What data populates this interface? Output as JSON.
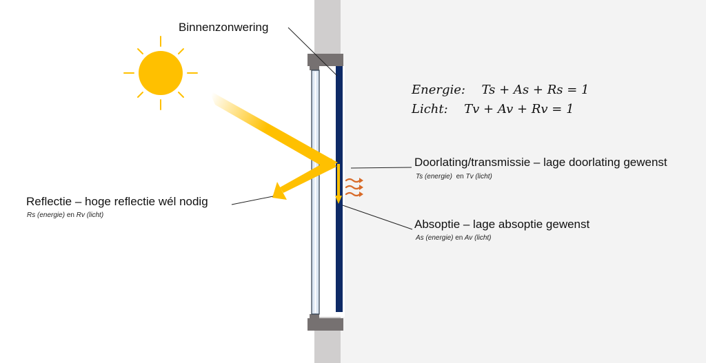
{
  "labels": {
    "binnenzonwering": "Binnenzonwering",
    "doorlating_title": "Doorlating/transmissie – lage doorlating gewenst",
    "doorlating_sub_a": "Ts (energie)",
    "doorlating_sub_en": "en",
    "doorlating_sub_b": "Tv (licht)",
    "reflectie_title": "Reflectie – hoge reflectie wél nodig",
    "reflectie_sub_a": "Rs (energie)",
    "reflectie_sub_en": "en",
    "reflectie_sub_b": "Rv (licht)",
    "absoptie_title": "Absoptie – lage absoptie gewenst",
    "absoptie_sub_a": "As (energie)",
    "absoptie_sub_en": "en",
    "absoptie_sub_b": "Av (licht)"
  },
  "equations": {
    "energie_label": "Energie:",
    "energie_formula": "Ts + As + Rs = 1",
    "licht_label": "Licht:",
    "licht_formula": "Tv + Av + Rv = 1"
  },
  "icons": [
    "sun-icon",
    "heat-waves-icon"
  ],
  "colors": {
    "sun": "#FFC000",
    "beam": "#FFC000",
    "wall": "#D0CECE",
    "room": "#F3F3F3",
    "screen": "#0E2A66",
    "frame": "#767171",
    "glass": "#DCE6F2",
    "heat": "#D86A28"
  }
}
